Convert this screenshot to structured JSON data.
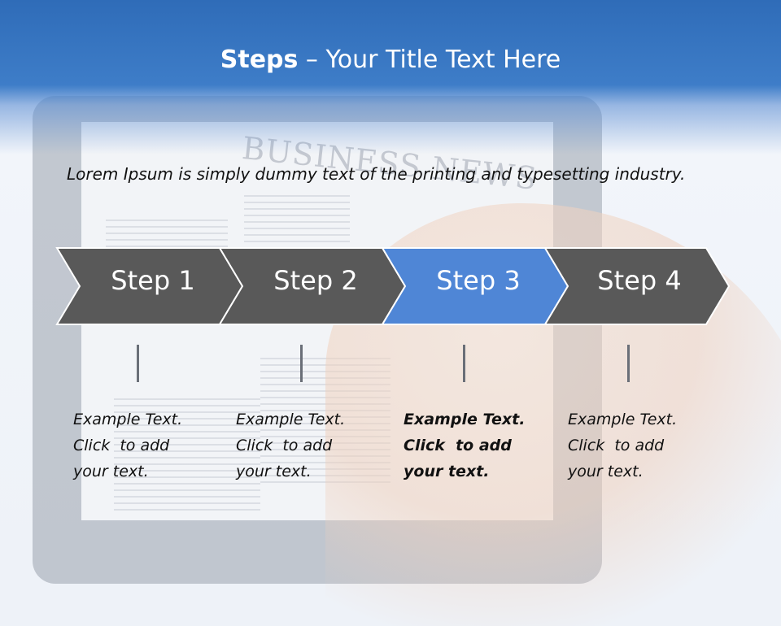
{
  "title": {
    "bold": "Steps",
    "rest": " – Your Title Text Here"
  },
  "intro": "Lorem Ipsum is simply dummy text of the printing and typesetting industry.",
  "background": {
    "newspaper_headline": "BUSINESS NEWS"
  },
  "steps": [
    {
      "label": "Step 1",
      "color": "#595959"
    },
    {
      "label": "Step 2",
      "color": "#595959"
    },
    {
      "label": "Step 3",
      "color": "#4f86d6"
    },
    {
      "label": "Step 4",
      "color": "#595959"
    }
  ],
  "examples": [
    {
      "l1": "Example Text.",
      "l2": "Click  to add",
      "l3": "your text."
    },
    {
      "l1": "Example Text.",
      "l2": "Click  to add",
      "l3": "your text."
    },
    {
      "l1": "Example Text.",
      "l2": "Click  to add",
      "l3": "your text."
    },
    {
      "l1": "Example Text.",
      "l2": "Click  to add",
      "l3": "your text."
    }
  ],
  "active_step": 3
}
